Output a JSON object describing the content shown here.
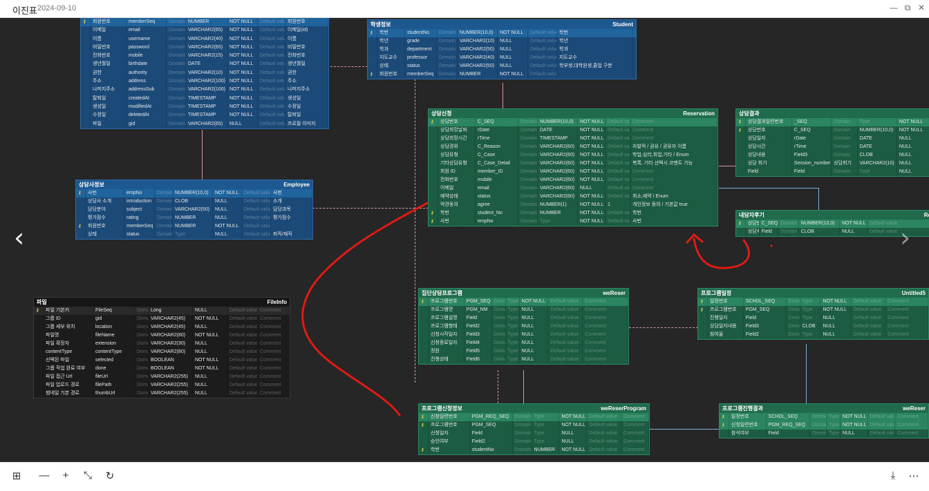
{
  "window": {
    "title": "이진표",
    "date": "2024-09-10",
    "minimize": "—",
    "maximize": "⧉",
    "close": "✕"
  },
  "toolbar": {
    "grid": "⊞",
    "zoom_out": "—",
    "zoom_in": "+",
    "fit": "⤡",
    "rotate": "↻",
    "download": "⤓",
    "more": "⋯"
  },
  "nav": {
    "prev": "‹",
    "next": "›"
  },
  "annotation_color": "#e01a14",
  "tables": [
    {
      "id": "member",
      "color": "blue",
      "title": "",
      "en": "",
      "rows": [
        [
          "회원번호",
          "memberSeq",
          "Domain",
          "NUMBER",
          "NOT NULL",
          "Default value",
          "회원번호",
          1
        ],
        [
          "이메일",
          "email",
          "Domain",
          "VARCHAR2(65)",
          "NOT NULL",
          "Default value",
          "이메일(id)",
          0
        ],
        [
          "이름",
          "username",
          "Domain",
          "VARCHAR2(40)",
          "NOT NULL",
          "Default value",
          "이름",
          0
        ],
        [
          "비밀번호",
          "password",
          "Domain",
          "VARCHAR2(65)",
          "NOT NULL",
          "Default value",
          "비밀번호",
          0
        ],
        [
          "전화번호",
          "mobile",
          "Domain",
          "VARCHAR2(15)",
          "NOT NULL",
          "Default value",
          "전화번호",
          0
        ],
        [
          "생년월일",
          "birthdate",
          "Domain",
          "DATE",
          "NOT NULL",
          "Default value",
          "생년월일",
          0
        ],
        [
          "권한",
          "authority",
          "Domain",
          "VARCHAR2(10)",
          "NOT NULL",
          "Default value",
          "권한",
          0
        ],
        [
          "주소",
          "address",
          "Domain",
          "VARCHAR2(100)",
          "NOT NULL",
          "Default value",
          "주소",
          0
        ],
        [
          "나머지주소",
          "addressSub",
          "Domain",
          "VARCHAR2(100)",
          "NOT NULL",
          "Default value",
          "나머지주소",
          0
        ],
        [
          "탈퇴일",
          "createdAt",
          "Domain",
          "TIMESTAMP",
          "NOT NULL",
          "Default value",
          "생성일",
          0
        ],
        [
          "생성일",
          "modifiedAt",
          "Domain",
          "TIMESTAMP",
          "NOT NULL",
          "Default value",
          "수정일",
          0
        ],
        [
          "수정일",
          "deletedAt",
          "Domain",
          "TIMESTAMP",
          "NOT NULL",
          "Default value",
          "탈퇴일",
          0
        ],
        [
          "파일",
          "gid",
          "Domain",
          "VARCHAR2(65)",
          "NULL",
          "Default value",
          "프로필 이미지",
          0
        ]
      ]
    },
    {
      "id": "student",
      "color": "blue",
      "title": "학생정보",
      "en": "Student",
      "rows": [
        [
          "학번",
          "studentNo",
          "Domain",
          "NUMBER(10,0)",
          "NOT NULL",
          "Default value",
          "학번",
          1
        ],
        [
          "학년",
          "grade",
          "Domain",
          "VARCHAR2(10)",
          "NULL",
          "Default value",
          "학년",
          0
        ],
        [
          "학과",
          "department",
          "Domain",
          "VARCHAR2(50)",
          "NULL",
          "Default value",
          "학과",
          0
        ],
        [
          "지도교수",
          "professor",
          "Domain",
          "VARCHAR2(40)",
          "NULL",
          "Default value",
          "지도교수",
          0
        ],
        [
          "상태",
          "status",
          "Domain",
          "VARCHAR2(50)",
          "NULL",
          "Default value",
          "학부생,대학원생,졸업 구분",
          0
        ],
        [
          "회원번호",
          "memberSeq",
          "Domain",
          "NUMBER",
          "NOT NULL",
          "Default value",
          "",
          2
        ]
      ]
    },
    {
      "id": "employee",
      "color": "blue",
      "title": "상담사정보",
      "en": "Employee",
      "rows": [
        [
          "사번",
          "empNo",
          "Domain",
          "NUMBER(10,0)",
          "NOT NULL",
          "Default value",
          "사번",
          1
        ],
        [
          "상담사 소개",
          "introduction",
          "Domain",
          "CLOB",
          "NULL",
          "Default value",
          "소개",
          0
        ],
        [
          "담당분야",
          "subject",
          "Domain",
          "VARCHAR2(50)",
          "NULL",
          "Default value",
          "담당과목",
          0
        ],
        [
          "평가점수",
          "rating",
          "Domain",
          "NUMBER",
          "NULL",
          "Default value",
          "평가점수",
          0
        ],
        [
          "회원번호",
          "memberSeq",
          "Domain",
          "NUMBER",
          "NOT NULL",
          "Default value",
          "",
          2
        ],
        [
          "상태",
          "status",
          "Domain",
          "Type",
          "NULL",
          "Default value",
          "퇴직/재직",
          0
        ]
      ]
    },
    {
      "id": "reservation",
      "color": "green",
      "title": "상담신청",
      "en": "Reservation",
      "rows": [
        [
          "상담번호",
          "C_SEQ",
          "Domain",
          "NUMBER(10,0)",
          "NOT NULL",
          "Default value",
          "Comment",
          1
        ],
        [
          "상담희망날짜",
          "rDate",
          "Domain",
          "DATE",
          "NOT NULL",
          "Default value",
          "Comment",
          0
        ],
        [
          "상담희망시간",
          "rTime",
          "Domain",
          "TIMESTAMP",
          "NOT NULL",
          "Default value",
          "Comment",
          0
        ],
        [
          "상담경위",
          "C_Reason",
          "Domain",
          "VARCHAR2(60)",
          "NOT NULL",
          "Default value",
          "자발적 / 권유 / 권유자 이름",
          0
        ],
        [
          "상담유형",
          "C_Case",
          "Domain",
          "VARCHAR2(60)",
          "NOT NULL",
          "Default value",
          "학업,심리,취업,기타 / Enum",
          0
        ],
        [
          "기타상담유형",
          "C_Case_Detail",
          "Domain",
          "VARCHAR2(60)",
          "NOT NULL",
          "Default value",
          "복록, 기타 선택시 코멘트 가능",
          0
        ],
        [
          "회원 ID",
          "member_ID",
          "Domain",
          "VARCHAR2(60)",
          "NOT NULL",
          "Default value",
          "Comment",
          0
        ],
        [
          "전화번호",
          "mobile",
          "Domain",
          "VARCHAR2(60)",
          "NOT NULL",
          "Default value",
          "Comment",
          0
        ],
        [
          "이메일",
          "email",
          "Domain",
          "VARCHAR2(60)",
          "NULL",
          "Default value",
          "Comment",
          0
        ],
        [
          "예약상태",
          "status",
          "Domain",
          "VARCHAR2(60)",
          "NOT NULL",
          "Default value",
          "취소,예약 / Enum",
          0
        ],
        [
          "약관동의",
          "agree",
          "Domain",
          "NUMBER(1)",
          "NOT NULL",
          "1",
          "개인정보 동의 / 기본값 true",
          0
        ],
        [
          "학번",
          "student_No",
          "Domain",
          "NUMBER",
          "NOT NULL",
          "Default value",
          "학번",
          2
        ],
        [
          "사번",
          "empNo",
          "Domain",
          "Type",
          "NOT NULL",
          "Default value",
          "사번",
          2
        ]
      ]
    },
    {
      "id": "result",
      "color": "green",
      "title": "상담결과",
      "en": "",
      "rows": [
        [
          "상담결과일련번호",
          "_SEQ",
          "Domain",
          "Type",
          "NOT NULL",
          "",
          1
        ],
        [
          "상담번호",
          "C_SEQ",
          "Domain",
          "NUMBER(10,0)",
          "NOT NULL",
          "",
          2
        ],
        [
          "상담일자",
          "rDate",
          "Domain",
          "DATE",
          "NULL",
          "",
          0
        ],
        [
          "상담시간",
          "rTime",
          "Domain",
          "DATE",
          "NULL",
          "",
          0
        ],
        [
          "상담내용",
          "Field3",
          "Domain",
          "CLOB",
          "NULL",
          "",
          0
        ],
        [
          "상담 회기",
          "Session_number",
          "상담회기",
          "VARCHAR2(10)",
          "NULL",
          "",
          0
        ],
        [
          "Field",
          "Field",
          "Domain",
          "Type",
          "NULL",
          "",
          0
        ]
      ]
    },
    {
      "id": "review",
      "color": "green",
      "title": "내담자후기",
      "en": "Reser",
      "rows": [
        [
          "상담번호",
          "C_SEQ",
          "Domain",
          "NUMBER(10,0)",
          "NOT NULL",
          "Default value",
          1
        ],
        [
          "상담후기",
          "Field",
          "Domain",
          "CLOB",
          "NULL",
          "Default value",
          0
        ]
      ]
    },
    {
      "id": "file",
      "color": "dark",
      "title": "파일",
      "en": "FileInfo",
      "rows": [
        [
          "파일 기본키",
          "FileSeq",
          "Domain",
          "Long",
          "NULL",
          "Default value",
          "Comment",
          1
        ],
        [
          "그룹 ID",
          "gid",
          "Domain",
          "VARCHAR2(45)",
          "NOT NULL",
          "Default value",
          "Comment",
          0
        ],
        [
          "그룹 세부 위치",
          "location",
          "Domain",
          "VARCHAR2(45)",
          "NULL",
          "Default value",
          "Comment",
          0
        ],
        [
          "파일명",
          "fileName",
          "Domain",
          "VARCHAR2(80)",
          "NOT NULL",
          "Default value",
          "Comment",
          0
        ],
        [
          "파일 확장자",
          "extension",
          "Domain",
          "VARCHAR2(30)",
          "NULL",
          "Default value",
          "Comment",
          0
        ],
        [
          "contentType",
          "contentType",
          "Domain",
          "VARCHAR2(80)",
          "NULL",
          "Default value",
          "Comment",
          0
        ],
        [
          "선택된 파일",
          "selected",
          "Domain",
          "BOOLEAN",
          "NOT NULL",
          "Default value",
          "Comment",
          0
        ],
        [
          "그룹 작업 완료 여부",
          "done",
          "Domain",
          "BOOLEAN",
          "NOT NULL",
          "Default value",
          "Comment",
          0
        ],
        [
          "파일 접근 Url",
          "fileUrl",
          "Domain",
          "VARCHAR2(255)",
          "NULL",
          "Default value",
          "Comment",
          0
        ],
        [
          "파일 업로드 경로",
          "filePath",
          "Domain",
          "VARCHAR2(255)",
          "NULL",
          "Default value",
          "Comment",
          0
        ],
        [
          "썸네일 기본 경로",
          "thumbUrl",
          "Domain",
          "VARCHAR2(255)",
          "NULL",
          "Default value",
          "Comment",
          0
        ]
      ]
    },
    {
      "id": "group",
      "color": "green",
      "title": "집단상담프로그램",
      "en": "weReser",
      "rows": [
        [
          "프로그램번호",
          "PGM_SEQ",
          "Domain",
          "Type",
          "NOT NULL",
          "Default value",
          "Comment",
          1
        ],
        [
          "프로그램명",
          "PGM_NM",
          "Domain",
          "Type",
          "NULL",
          "Default value",
          "Comment",
          0
        ],
        [
          "프로그램설명",
          "Field",
          "Domain",
          "Type",
          "NULL",
          "Default value",
          "Comment",
          0
        ],
        [
          "프로그램형태",
          "Field2",
          "Domain",
          "Type",
          "NULL",
          "Default value",
          "Comment",
          0
        ],
        [
          "신청시작일자",
          "Field3",
          "Domain",
          "Type",
          "NULL",
          "Default value",
          "Comment",
          0
        ],
        [
          "신청종료일자",
          "Field4",
          "Domain",
          "Type",
          "NULL",
          "Default value",
          "Comment",
          0
        ],
        [
          "정원",
          "Field5",
          "Domain",
          "Type",
          "NULL",
          "Default value",
          "Comment",
          0
        ],
        [
          "진행상태",
          "Field6",
          "Domain",
          "Type",
          "NULL",
          "Default value",
          "Comment",
          0
        ]
      ]
    },
    {
      "id": "schedule",
      "color": "green",
      "title": "프로그램일정",
      "en": "Untitled5",
      "rows": [
        [
          "일정번호",
          "SCHDL_SEQ",
          "Domain",
          "Type",
          "NOT NULL",
          "Default value",
          "Comment",
          1
        ],
        [
          "프로그램번호",
          "PGM_SEQ",
          "Domain",
          "Type",
          "NOT NULL",
          "Default value",
          "Comment",
          2
        ],
        [
          "진행일자",
          "Field",
          "Domain",
          "Type",
          "NULL",
          "Default value",
          "Comment",
          0
        ],
        [
          "상담일지내용",
          "Field3",
          "Domain",
          "CLOB",
          "NULL",
          "Default value",
          "Comment",
          0
        ],
        [
          "참여율",
          "Field2",
          "Domain",
          "Type",
          "NULL",
          "Default value",
          "Comment",
          0
        ]
      ]
    },
    {
      "id": "apply",
      "color": "green",
      "title": "프로그램신청정보",
      "en": "weReserProgram",
      "rows": [
        [
          "신청일련번호",
          "PGM_REQ_SEQ",
          "Domain",
          "Type",
          "NOT NULL",
          "Default value",
          "Comment",
          1
        ],
        [
          "프로그램번호",
          "PGM_SEQ",
          "Domain",
          "Type",
          "NOT NULL",
          "Default value",
          "Comment",
          2
        ],
        [
          "신청일자",
          "Field",
          "Domain",
          "Type",
          "NULL",
          "Default value",
          "Comment",
          0
        ],
        [
          "승인여부",
          "Field2",
          "Domain",
          "Type",
          "NULL",
          "Default value",
          "Comment",
          0
        ],
        [
          "학번",
          "studentNo",
          "Domain",
          "NUMBER",
          "NOT NULL",
          "Default value",
          "Comment",
          2
        ]
      ]
    },
    {
      "id": "progress",
      "color": "green",
      "title": "프로그램진행결과",
      "en": "weReser",
      "rows": [
        [
          "일정번호",
          "SCHDL_SEQ",
          "Domain",
          "Type",
          "NOT NULL",
          "Default value",
          "Comment",
          1
        ],
        [
          "신청일련번호",
          "PGM_REQ_SEQ",
          "Domain",
          "Type",
          "NOT NULL",
          "Default value",
          "Comment",
          1
        ],
        [
          "참석여부",
          "Field",
          "Domain",
          "Type",
          "NULL",
          "Default value",
          "Comment",
          0
        ]
      ]
    }
  ]
}
